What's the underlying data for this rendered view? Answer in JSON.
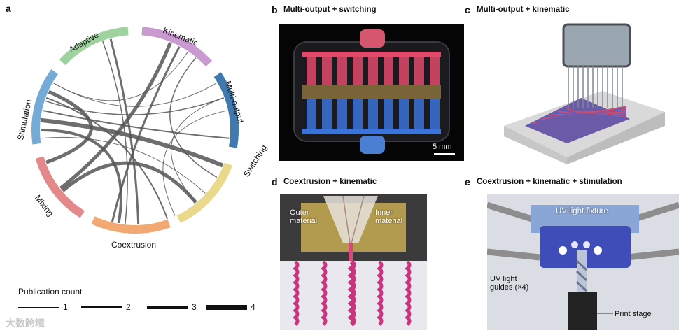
{
  "panel_a": {
    "letter": "a",
    "categories": [
      "Kinematic",
      "Multi-output",
      "Switching",
      "Coextrusion",
      "Mixing",
      "Stimulation",
      "Adaptive"
    ],
    "category_colors": {
      "Kinematic": "#c89ad0",
      "Multi-output": "#3f79ad",
      "Switching": "#ead98b",
      "Coextrusion": "#f2a873",
      "Mixing": "#e3898c",
      "Stimulation": "#74abd6",
      "Adaptive": "#9ed3a0"
    },
    "legend": {
      "title": "Publication count",
      "items": [
        "1",
        "2",
        "3",
        "4"
      ]
    }
  },
  "panel_b": {
    "letter": "b",
    "title": "Multi-output + switching",
    "scale": "5 mm"
  },
  "panel_c": {
    "letter": "c",
    "title": "Multi-output + kinematic"
  },
  "panel_d": {
    "letter": "d",
    "title": "Coextrusion + kinematic",
    "outer": "Outer\nmaterial",
    "inner": "Inner\nmaterial"
  },
  "panel_e": {
    "letter": "e",
    "title": "Coextrusion + kinematic + stimulation",
    "fixture": "UV light fixture",
    "guides": "UV light\nguides (×4)",
    "stage": "Print stage"
  },
  "watermark": "大数跨境"
}
